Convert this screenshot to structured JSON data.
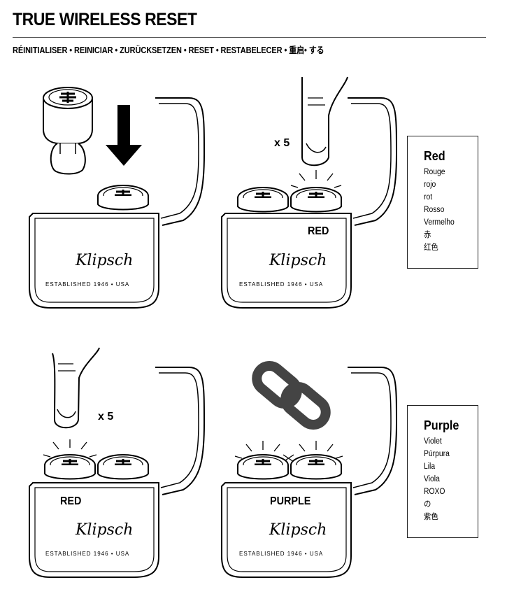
{
  "header": {
    "title": "TRUE WIRELESS RESET",
    "subtitle": "RÉINITIALISER • REINICIAR • ZURÜCKSETZEN • RESET • RESTABELECER • 重启• する"
  },
  "panels": [
    {
      "id": "step1",
      "count": "",
      "led_label": "",
      "brand": "Klipsch",
      "established": "ESTABLISHED 1946 • USA"
    },
    {
      "id": "step2",
      "count": "x 5",
      "led_label": "RED",
      "brand": "Klipsch",
      "established": "ESTABLISHED 1946 • USA"
    },
    {
      "id": "step3",
      "count": "x 5",
      "led_label": "RED",
      "brand": "Klipsch",
      "established": "ESTABLISHED 1946 • USA"
    },
    {
      "id": "step4",
      "count": "",
      "led_label": "PURPLE",
      "brand": "Klipsch",
      "established": "ESTABLISHED 1946 • USA"
    }
  ],
  "legend_red": {
    "heading": "Red",
    "lines": [
      "Rouge",
      "rojo",
      "rot",
      "Rosso",
      "Vermelho",
      "赤",
      "红色"
    ]
  },
  "legend_purple": {
    "heading": "Purple",
    "lines": [
      "Violet",
      "Púrpura",
      "Lila",
      "Viola",
      "ROXO",
      "の",
      "紫色"
    ]
  },
  "icons": [
    "down-arrow-icon",
    "finger-press-icon",
    "link-chain-icon",
    "earbud-icon",
    "charging-case-icon"
  ],
  "colors": {
    "ink": "#000000",
    "chain": "#444444",
    "rule": "#555555"
  }
}
